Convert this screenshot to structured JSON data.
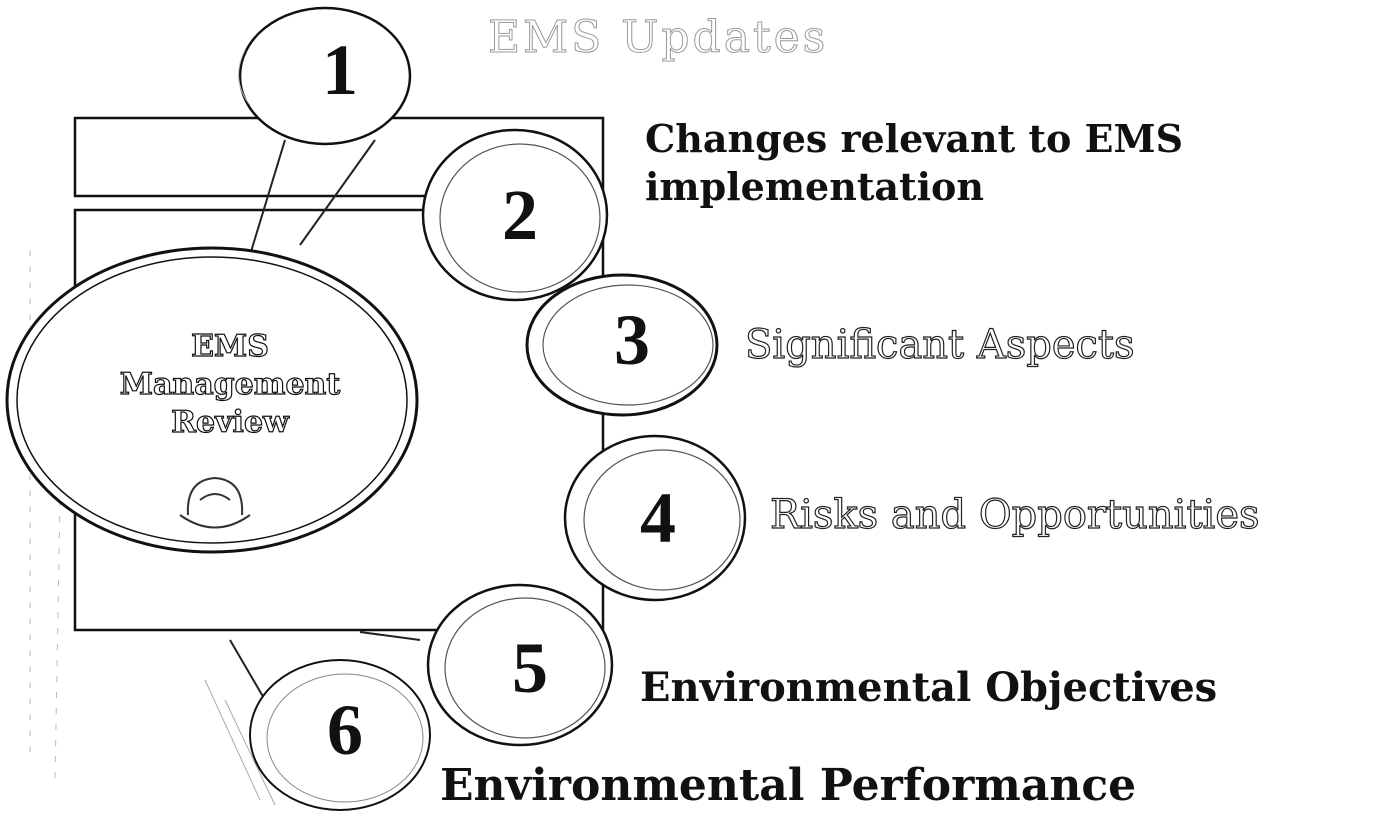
{
  "title": "EMS Updates",
  "center": {
    "line1": "EMS",
    "line2": "Management",
    "line3": "Review"
  },
  "items": [
    {
      "number": "1",
      "label": "Changes relevant to EMS implementation"
    },
    {
      "number": "2",
      "label": ""
    },
    {
      "number": "3",
      "label": "Significant Aspects"
    },
    {
      "number": "4",
      "label": "Risks and Opportunities"
    },
    {
      "number": "5",
      "label": "Environmental Objectives"
    },
    {
      "number": "6",
      "label": "Environmental Performance"
    }
  ],
  "colors": {
    "stroke": "#111111",
    "fill": "#ffffff",
    "faint": "#9a9a9a"
  }
}
